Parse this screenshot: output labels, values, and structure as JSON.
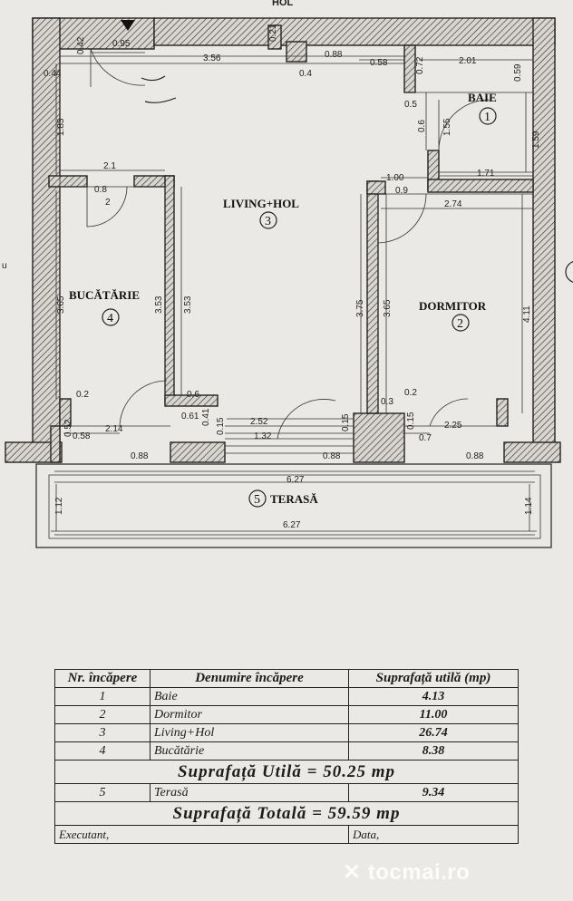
{
  "plan": {
    "top_label": "HOL",
    "side_label": "u",
    "rooms": [
      {
        "id": "baie",
        "name": "BAIE",
        "number": "1"
      },
      {
        "id": "dormitor",
        "name": "DORMITOR",
        "number": "2"
      },
      {
        "id": "living",
        "name": "LIVING+HOL",
        "number": "3"
      },
      {
        "id": "bucatarie",
        "name": "BUCĂTĂRIE",
        "number": "4"
      },
      {
        "id": "terasa",
        "name": "TERASĂ",
        "number": "5"
      }
    ],
    "dimensions": {
      "d095": "0.95",
      "d042": "0.42",
      "d356": "3.56",
      "d021": "0.21",
      "d088": "0.88",
      "d058t": "0.58",
      "d072": "0.72",
      "d201": "2.01",
      "d059": "0.59",
      "d04": "0.4",
      "d044": "0.44",
      "d183": "1.83",
      "d05": "0.5",
      "d06": "0.6",
      "d155": "1.55",
      "d159": "1.59",
      "d21": "2.1",
      "d08": "0.8",
      "d2": "2",
      "d100": "1.00",
      "d09": "0.9",
      "d171": "1.71",
      "d274": "2.74",
      "d365a": "3.65",
      "d353a": "3.53",
      "d353b": "3.53",
      "d375": "3.75",
      "d365b": "3.65",
      "d411": "4.11",
      "d02": "0.2",
      "d06b": "0.6",
      "d061": "0.61",
      "d041": "0.41",
      "d052": "0.52",
      "d058b": "0.58",
      "d214": "2.14",
      "d252": "2.52",
      "d132": "1.32",
      "d015": "0.15",
      "d03": "0.3",
      "d02b": "0.2",
      "d015b": "0.15",
      "d07": "0.7",
      "d225": "2.25",
      "d015c": "0.15",
      "d088a": "0.88",
      "d088b": "0.88",
      "d088c": "0.88",
      "d627a": "6.27",
      "d627b": "6.27",
      "d112": "1.12",
      "d114": "1.14"
    }
  },
  "table": {
    "headers": {
      "nr": "Nr. încăpere",
      "name": "Denumire încăpere",
      "area": "Suprafață utilă (mp)"
    },
    "rows": [
      {
        "nr": "1",
        "name": "Baie",
        "area": "4.13"
      },
      {
        "nr": "2",
        "name": "Dormitor",
        "area": "11.00"
      },
      {
        "nr": "3",
        "name": "Living+Hol",
        "area": "26.74"
      },
      {
        "nr": "4",
        "name": "Bucătărie",
        "area": "8.38"
      }
    ],
    "util_total": "Suprafață Utilă = 50.25 mp",
    "terrace_row": {
      "nr": "5",
      "name": "Terasă",
      "area": "9.34"
    },
    "grand_total": "Suprafață Totală = 59.59 mp",
    "executant_label": "Executant,",
    "date_label": "Data,"
  },
  "watermark": {
    "brand": "tocmai.ro",
    "prefix": "✕ ",
    "tld": ""
  }
}
